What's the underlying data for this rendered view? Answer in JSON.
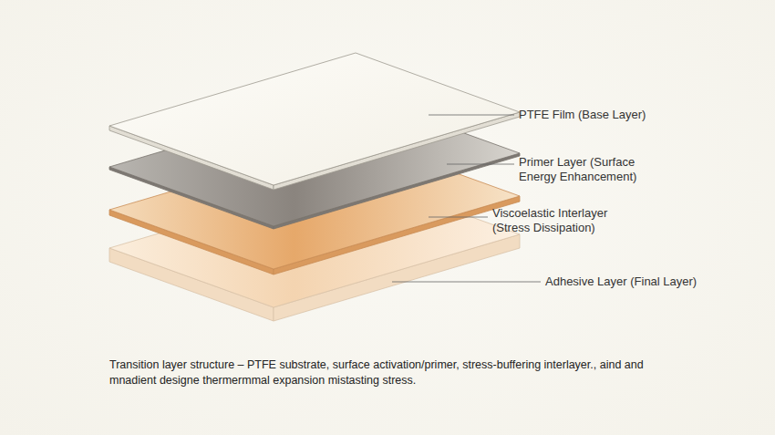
{
  "diagram": {
    "caption": "Transition layer structure – PTFE substrate, surface activation/primer, stress-buffering interlayer., aind and mnadient designe thermermmal expansion mistasting stress.",
    "labels": [
      "PTFE Film (Base Layer)",
      "Primer Layer (Surface Energy Enhancement)",
      "Viscoelastic Interlayer (Stress Dissipation)",
      "Adhesive Layer (Final Layer)"
    ]
  }
}
